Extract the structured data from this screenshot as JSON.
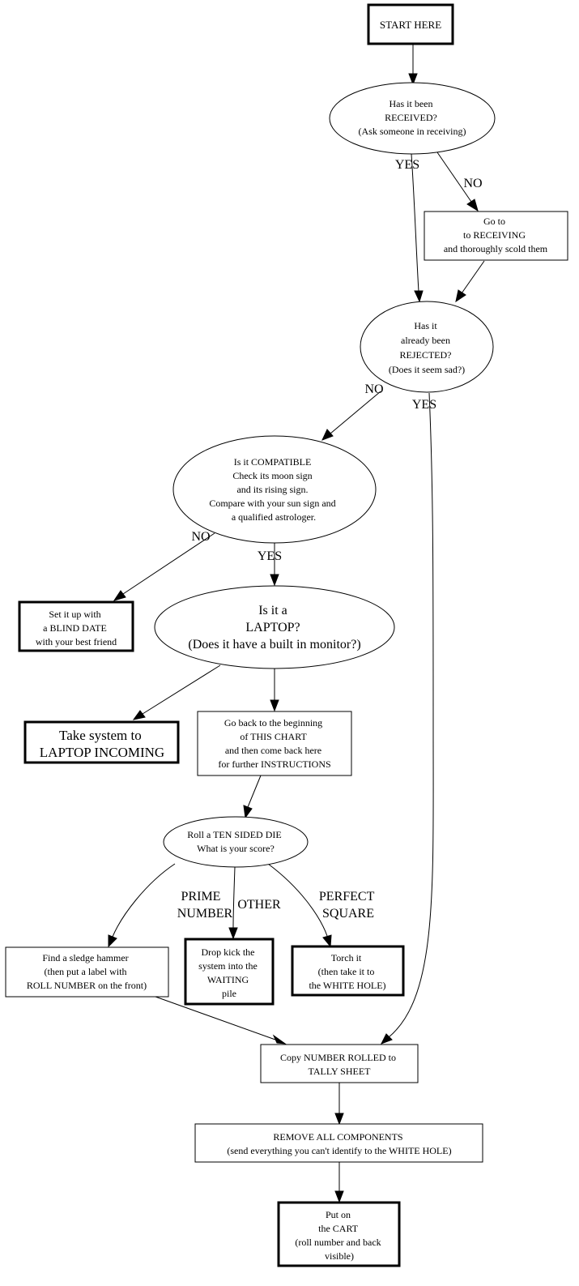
{
  "nodes": {
    "start": [
      "START HERE"
    ],
    "received": [
      "Has it been",
      "RECEIVED?",
      "(Ask someone in receiving)"
    ],
    "go_receiving": [
      "Go to",
      "to RECEIVING",
      "and thoroughly scold them"
    ],
    "rejected": [
      "Has it",
      "already been",
      "REJECTED?",
      "(Does it seem sad?)"
    ],
    "compatible": [
      "Is it COMPATIBLE",
      "Check its moon sign",
      "and its rising sign.",
      "Compare with your sun sign and",
      "a qualified astrologer."
    ],
    "blind_date": [
      "Set it up with",
      "a BLIND DATE",
      "with your best friend"
    ],
    "laptop": [
      "Is it a",
      "LAPTOP?",
      "(Does it have a built in monitor?)"
    ],
    "laptop_incoming": [
      "Take system to",
      "LAPTOP INCOMING"
    ],
    "go_back": [
      "Go back to the beginning",
      "of THIS CHART",
      "and then come back here",
      "for further INSTRUCTIONS"
    ],
    "die": [
      "Roll a TEN SIDED DIE",
      "What is your score?"
    ],
    "sledge": [
      "Find a sledge hammer",
      "(then put a label with",
      "ROLL NUMBER on the front)"
    ],
    "drop_kick": [
      "Drop kick the",
      "system into the",
      "WAITING",
      "pile"
    ],
    "torch": [
      "Torch it",
      "(then take it to",
      "the WHITE HOLE)"
    ],
    "copy_number": [
      "Copy NUMBER ROLLED to",
      "TALLY SHEET"
    ],
    "remove": [
      "REMOVE ALL COMPONENTS",
      "(send everything you can't identify to the WHITE HOLE)"
    ],
    "cart": [
      "Put on",
      "the CART",
      "(roll number and back",
      "visible)"
    ]
  },
  "edge_labels": {
    "received_yes": [
      "YES"
    ],
    "received_no": [
      "NO"
    ],
    "rejected_no": [
      "NO"
    ],
    "rejected_yes": [
      "YES"
    ],
    "compatible_no": [
      "NO"
    ],
    "compatible_yes": [
      "YES"
    ],
    "prime": [
      "PRIME",
      "NUMBER"
    ],
    "other": [
      "OTHER"
    ],
    "perfect": [
      "PERFECT",
      "SQUARE"
    ]
  }
}
